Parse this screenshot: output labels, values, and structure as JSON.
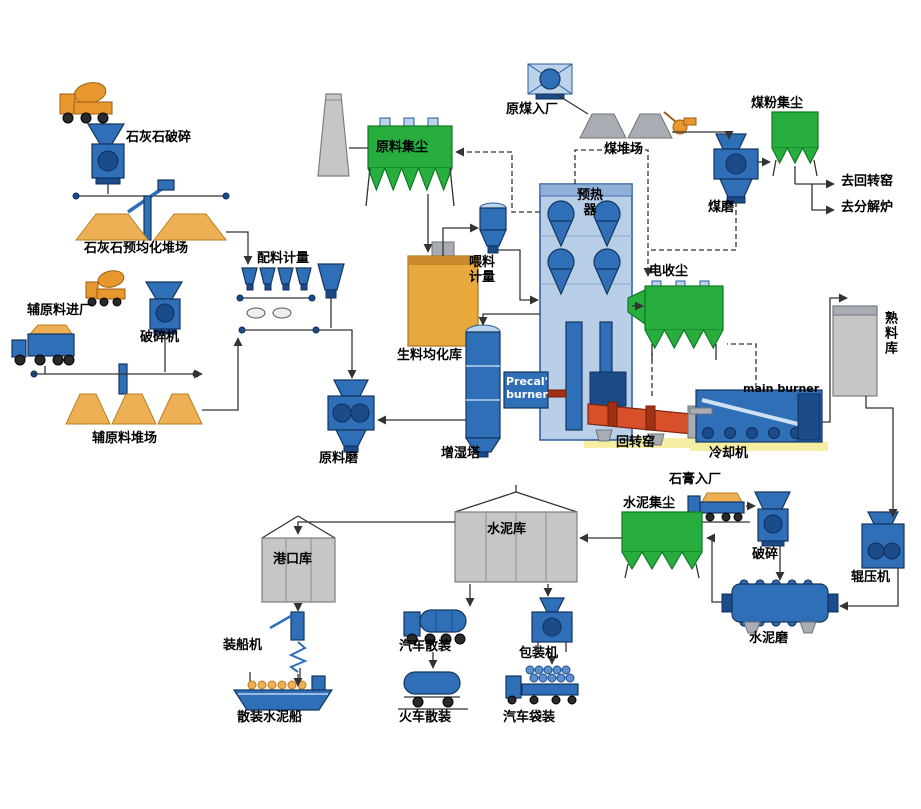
{
  "colors": {
    "line": "#333333",
    "blue": "#2f6fb8",
    "blued": "#14365f",
    "green": "#27ae3f",
    "greend": "#0e7a22",
    "orange": "#e8962e",
    "tan": "#eeb054",
    "gray": "#c6c6c6",
    "red": "#d8502a"
  },
  "diagram": {
    "type": "process-flow",
    "nodes": [
      {
        "id": "limestone-crushing",
        "label": "石灰石破碎"
      },
      {
        "id": "limestone-preblending-yard",
        "label": "石灰石预均化堆场"
      },
      {
        "id": "batching-metering",
        "label": "配料计量"
      },
      {
        "id": "aux-material-entry",
        "label": "辅原料进厂"
      },
      {
        "id": "crusher",
        "label": "破碎机"
      },
      {
        "id": "aux-material-yard",
        "label": "辅原料堆场"
      },
      {
        "id": "raw-mill",
        "label": "原料磨"
      },
      {
        "id": "raw-material-dust-collector",
        "label": "原料集尘"
      },
      {
        "id": "raw-meal-homogenizing-silo",
        "label": "生料均化库"
      },
      {
        "id": "feed-metering",
        "label": "喂料计量"
      },
      {
        "id": "preheater",
        "label": "预热器"
      },
      {
        "id": "raw-coal-entry",
        "label": "原煤入厂"
      },
      {
        "id": "coal-yard",
        "label": "煤堆场"
      },
      {
        "id": "coal-dust-collector",
        "label": "煤粉集尘"
      },
      {
        "id": "coal-mill",
        "label": "煤磨"
      },
      {
        "id": "to-rotary-kiln",
        "label": "去回转窑"
      },
      {
        "id": "to-calciner",
        "label": "去分解炉"
      },
      {
        "id": "esp",
        "label": "电收尘"
      },
      {
        "id": "clinker-silo",
        "label": "熟料库"
      },
      {
        "id": "precalciner-burner",
        "label": "Precal' burner"
      },
      {
        "id": "main-burner",
        "label": "main burner"
      },
      {
        "id": "rotary-kiln",
        "label": "回转窑"
      },
      {
        "id": "cooler",
        "label": "冷却机"
      },
      {
        "id": "humidifying-tower",
        "label": "增湿塔"
      },
      {
        "id": "gypsum-entry",
        "label": "石膏入厂"
      },
      {
        "id": "cement-dust-collector",
        "label": "水泥集尘"
      },
      {
        "id": "gypsum-crushing",
        "label": "破碎"
      },
      {
        "id": "roller-press",
        "label": "辊压机"
      },
      {
        "id": "cement-mill",
        "label": "水泥磨"
      },
      {
        "id": "cement-silo",
        "label": "水泥库"
      },
      {
        "id": "port-silo",
        "label": "港口库"
      },
      {
        "id": "ship-loader",
        "label": "装船机"
      },
      {
        "id": "bulk-cement-ship",
        "label": "散装水泥船"
      },
      {
        "id": "truck-bulk-loading",
        "label": "汽车散装"
      },
      {
        "id": "train-bulk-loading",
        "label": "火车散装"
      },
      {
        "id": "packing-machine",
        "label": "包装机"
      },
      {
        "id": "truck-bag-loading",
        "label": "汽车袋装"
      }
    ],
    "connections": [
      {
        "from": "limestone-crushing",
        "to": "limestone-preblending-yard"
      },
      {
        "from": "limestone-preblending-yard",
        "to": "batching-metering"
      },
      {
        "from": "aux-material-entry",
        "to": "crusher"
      },
      {
        "from": "crusher",
        "to": "aux-material-yard"
      },
      {
        "from": "aux-material-yard",
        "to": "batching-metering"
      },
      {
        "from": "batching-metering",
        "to": "raw-mill"
      },
      {
        "from": "raw-mill",
        "to": "raw-material-dust-collector"
      },
      {
        "from": "raw-material-dust-collector",
        "to": "raw-meal-homogenizing-silo"
      },
      {
        "from": "raw-meal-homogenizing-silo",
        "to": "feed-metering"
      },
      {
        "from": "feed-metering",
        "to": "preheater"
      },
      {
        "from": "preheater",
        "to": "humidifying-tower",
        "gas": true
      },
      {
        "from": "humidifying-tower",
        "to": "raw-mill",
        "gas": true
      },
      {
        "from": "preheater",
        "to": "esp",
        "gas": true,
        "dashed": true
      },
      {
        "from": "preheater",
        "to": "rotary-kiln"
      },
      {
        "from": "rotary-kiln",
        "to": "cooler"
      },
      {
        "from": "rotary-kiln",
        "to": "esp",
        "gas": true,
        "dashed": true
      },
      {
        "from": "cooler",
        "to": "esp",
        "gas": true,
        "dashed": true
      },
      {
        "from": "cooler",
        "to": "clinker-silo"
      },
      {
        "from": "clinker-silo",
        "to": "roller-press"
      },
      {
        "from": "roller-press",
        "to": "cement-mill"
      },
      {
        "from": "gypsum-entry",
        "to": "gypsum-crushing"
      },
      {
        "from": "gypsum-crushing",
        "to": "cement-mill"
      },
      {
        "from": "cement-mill",
        "to": "cement-dust-collector"
      },
      {
        "from": "cement-dust-collector",
        "to": "cement-silo"
      },
      {
        "from": "cement-silo",
        "to": "truck-bulk-loading"
      },
      {
        "from": "cement-silo",
        "to": "train-bulk-loading"
      },
      {
        "from": "cement-silo",
        "to": "packing-machine"
      },
      {
        "from": "packing-machine",
        "to": "truck-bag-loading"
      },
      {
        "from": "cement-silo",
        "to": "port-silo"
      },
      {
        "from": "port-silo",
        "to": "ship-loader"
      },
      {
        "from": "ship-loader",
        "to": "bulk-cement-ship"
      },
      {
        "from": "raw-coal-entry",
        "to": "coal-yard"
      },
      {
        "from": "coal-yard",
        "to": "coal-mill"
      },
      {
        "from": "coal-mill",
        "to": "coal-dust-collector"
      },
      {
        "from": "coal-dust-collector",
        "to": "to-rotary-kiln"
      },
      {
        "from": "coal-dust-collector",
        "to": "to-calciner"
      }
    ]
  }
}
